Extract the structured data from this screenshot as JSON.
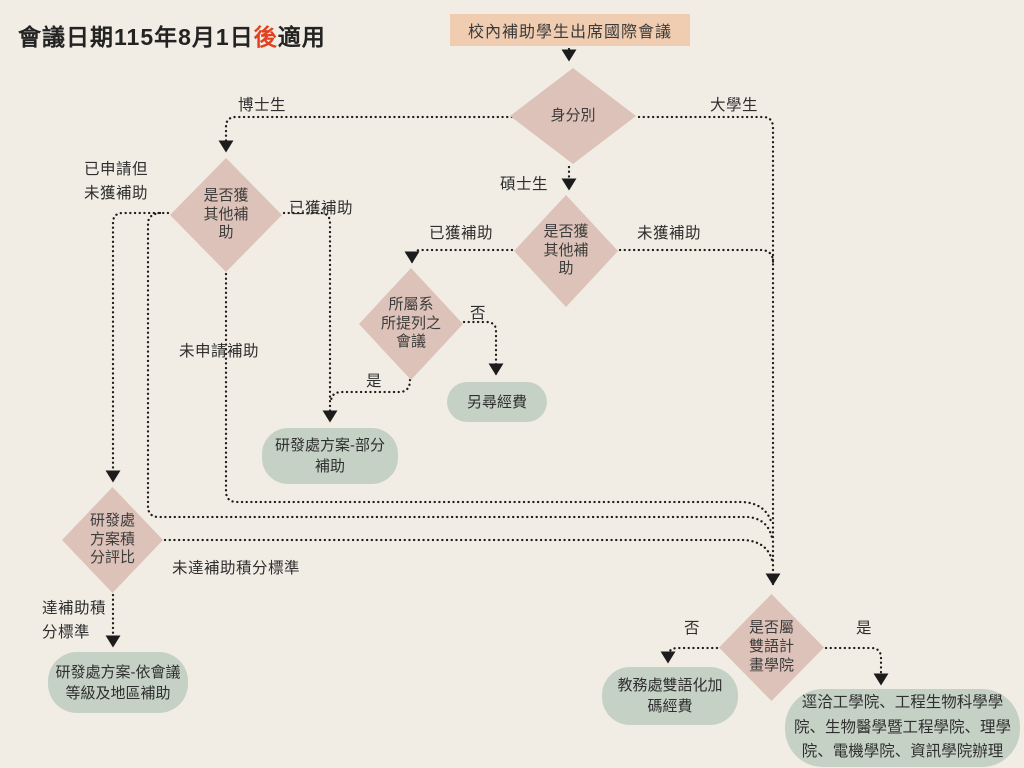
{
  "title": {
    "pre": "會議日期115年8月1日",
    "red": "後",
    "post": "適用"
  },
  "colors": {
    "background": "#f2ede4",
    "diamond_fill": "#dcc2b8",
    "start_box_fill": "#f0ccb0",
    "result_box_fill": "#c6d1c6",
    "edge_line": "#1c1c1c",
    "title_accent_red": "#e2401f"
  },
  "nodes": {
    "start": {
      "label": "校內補助學生出席國際會議"
    },
    "identity": {
      "label": "身分別"
    },
    "phd_other_subsidy": {
      "label": "是否獲\n其他補\n助"
    },
    "ms_other_subsidy": {
      "label": "是否獲\n其他補\n助"
    },
    "dept_listed_conf": {
      "label": "所屬系\n所提列之\n會議"
    },
    "score_review": {
      "label": "研發處\n方案積\n分評比"
    },
    "bilingual_college": {
      "label": "是否屬\n雙語計\n畫學院"
    },
    "partial_subsidy": {
      "label": "研發處方案-部分\n補助"
    },
    "seek_other_funds": {
      "label": "另尋經費"
    },
    "grade_region_subsidy": {
      "label": "研發處方案-依會議\n等級及地區補助"
    },
    "bilingual_bonus": {
      "label": "教務處雙語化加\n碼經費"
    },
    "college_list": {
      "label": "逕洽工學院、工程生物科學學\n院、生物醫學暨工程學院、理學\n院、電機學院、資訊學院辦理"
    }
  },
  "edge_labels": {
    "phd": "博士生",
    "undergrad": "大學生",
    "master": "碩士生",
    "applied_not_granted": "已申請但\n未獲補助",
    "phd_granted": "已獲補助",
    "not_applied": "未申請補助",
    "ms_granted": "已獲補助",
    "ms_not_granted": "未獲補助",
    "conf_no": "否",
    "conf_yes": "是",
    "below_score": "未達補助積分標準",
    "meet_score": "達補助積\n分標準",
    "bilingual_no": "否",
    "bilingual_yes": "是"
  }
}
